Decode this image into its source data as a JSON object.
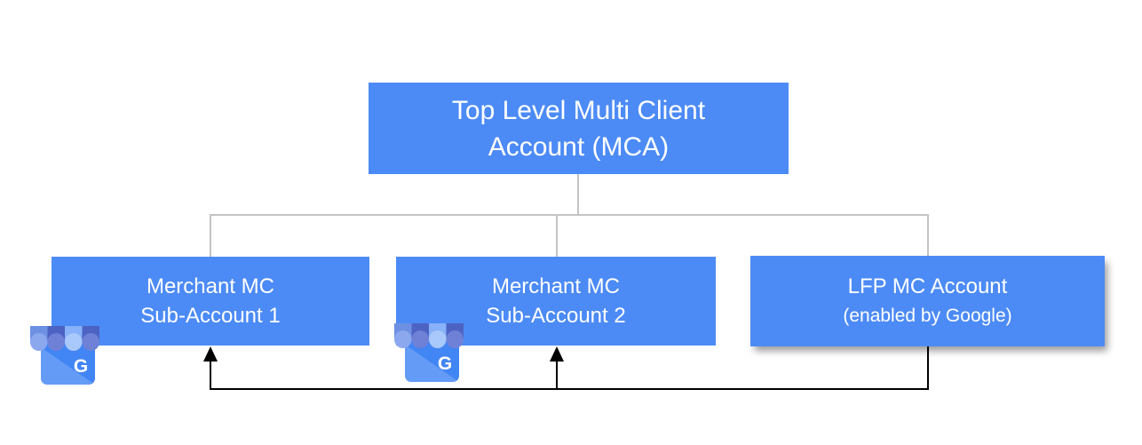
{
  "diagram": {
    "nodes": {
      "mca": {
        "line1": "Top Level Multi Client",
        "line2": "Account (MCA)"
      },
      "sub1": {
        "line1": "Merchant MC",
        "line2": "Sub-Account 1"
      },
      "sub2": {
        "line1": "Merchant MC",
        "line2": "Sub-Account 2"
      },
      "lfp": {
        "line1": "LFP MC Account",
        "line2": "(enabled by Google)"
      }
    },
    "icons": {
      "google_my_business_letter": "G"
    },
    "colors": {
      "background": "#ffffff",
      "node_fill": "#4c8bf5",
      "node_text": "#ffffff",
      "connector": "#c4c4c4",
      "arrow": "#000000",
      "gmb_body": "#4285f4",
      "gmb_awning_medium": "#6e90e2",
      "gmb_awning_dark": "#4d63c4",
      "gmb_awning_light": "#87b1f8",
      "gmb_awning_medium_tint": "#8ba8ee",
      "gmb_awning_dark_tint": "#6e81d6",
      "gmb_awning_light_tint": "#a9c8fb"
    }
  }
}
